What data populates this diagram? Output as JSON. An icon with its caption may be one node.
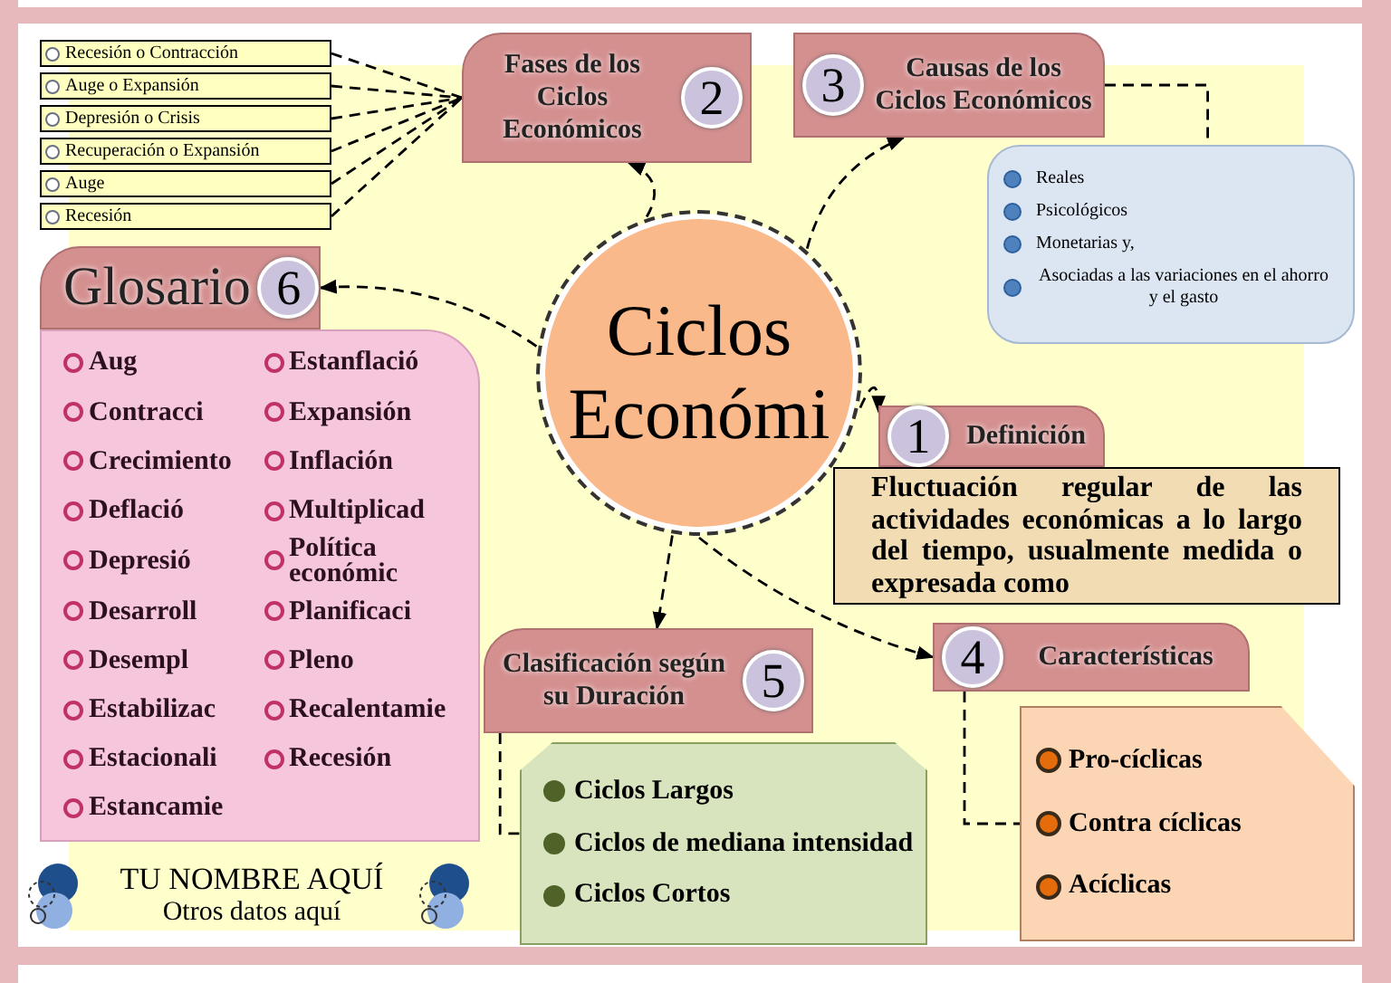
{
  "diagram": {
    "nodes": [
      {
        "text": [
          "Ciclos Económi"
        ]
      },
      {
        "text": [
          "Fases de los Ciclos Económicos",
          "2"
        ]
      },
      {
        "text": [
          "Recesión o Contracción"
        ]
      },
      {
        "text": [
          "Auge o Expansión"
        ]
      },
      {
        "text": [
          "Depresión o Crisis"
        ]
      },
      {
        "text": [
          "Recuperación o Expansión"
        ]
      },
      {
        "text": [
          "Auge"
        ]
      },
      {
        "text": [
          "Recesión"
        ]
      },
      {
        "text": [
          "3",
          "Causas de los Ciclos Económicos"
        ]
      },
      {
        "text": [
          "Reales",
          "Psicológicos",
          "Monetarias y,",
          "Asociadas a las variaciones en el ahorro y el gasto"
        ]
      },
      {
        "text": [
          "Glosario",
          "6"
        ]
      },
      {
        "text": [
          "Aug",
          "Contracci",
          "Crecimiento",
          "Deflació",
          "Depresió",
          "Desarroll",
          "Desempl",
          "Estabilizac",
          "Estacionali",
          "Estancamie",
          "Estanflació",
          "Expansión",
          "Inflación",
          "Multiplicad",
          "Política económic",
          "Planificaci",
          "Pleno",
          "Recalentamie",
          "Recesión"
        ]
      },
      {
        "text": [
          "1",
          "Definición"
        ]
      },
      {
        "text": [
          "Fluctuación regular de las actividades económicas a lo largo del tiempo, usualmente medida o expresada como"
        ]
      },
      {
        "text": [
          "4",
          "Características"
        ]
      },
      {
        "text": [
          "Pro-cíclicas",
          "Contra cíclicas",
          "Acíclicas"
        ]
      },
      {
        "text": [
          "Clasificación según su Duración",
          "5"
        ]
      },
      {
        "text": [
          "Ciclos Largos",
          "Ciclos de mediana intensidad",
          "Ciclos Cortos"
        ]
      }
    ],
    "edges": [
      {
        "from": 0,
        "to": 1,
        "arrow": "to",
        "style": "dashed"
      },
      {
        "from": 0,
        "to": 8,
        "arrow": "to",
        "style": "dashed"
      },
      {
        "from": 0,
        "to": 10,
        "arrow": "to",
        "style": "dashed"
      },
      {
        "from": 0,
        "to": 12,
        "arrow": "to",
        "style": "dashed"
      },
      {
        "from": 0,
        "to": 14,
        "arrow": "to",
        "style": "dashed"
      },
      {
        "from": 0,
        "to": 16,
        "arrow": "to",
        "style": "dashed"
      },
      {
        "from": 2,
        "to": 1,
        "arrow": "none",
        "style": "dashed"
      },
      {
        "from": 3,
        "to": 1,
        "arrow": "none",
        "style": "dashed"
      },
      {
        "from": 4,
        "to": 1,
        "arrow": "none",
        "style": "dashed"
      },
      {
        "from": 5,
        "to": 1,
        "arrow": "none",
        "style": "dashed"
      },
      {
        "from": 6,
        "to": 1,
        "arrow": "none",
        "style": "dashed"
      },
      {
        "from": 7,
        "to": 1,
        "arrow": "none",
        "style": "dashed"
      },
      {
        "from": 8,
        "to": 9,
        "arrow": "none",
        "style": "dashed"
      },
      {
        "from": 14,
        "to": 15,
        "arrow": "none",
        "style": "dashed"
      },
      {
        "from": 16,
        "to": 17,
        "arrow": "none",
        "style": "dashed"
      }
    ],
    "labels": [
      "TU NOMBRE AQUÍ",
      "Otros datos aquí"
    ]
  }
}
